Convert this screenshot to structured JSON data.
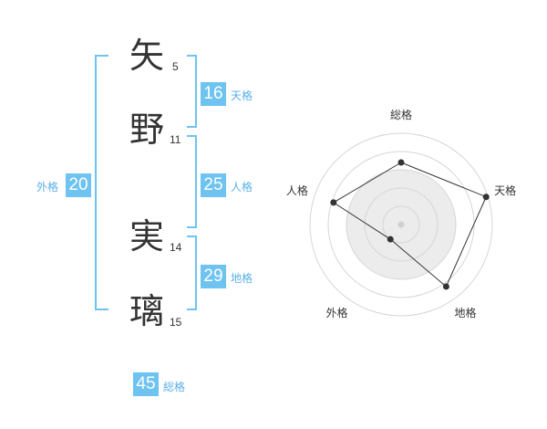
{
  "name": {
    "chars": [
      {
        "char": "矢",
        "strokes": "5"
      },
      {
        "char": "野",
        "strokes": "11"
      },
      {
        "char": "実",
        "strokes": "14"
      },
      {
        "char": "璃",
        "strokes": "15"
      }
    ]
  },
  "kakusu": {
    "tenkaku": {
      "value": "16",
      "label": "天格"
    },
    "jinkaku": {
      "value": "25",
      "label": "人格"
    },
    "chikaku": {
      "value": "29",
      "label": "地格"
    },
    "gaikaku": {
      "value": "20",
      "label": "外格"
    },
    "soukaku": {
      "value": "45",
      "label": "総格"
    }
  },
  "colors": {
    "accent": "#6ec3f0",
    "text": "#333333",
    "radar_fill": "#ececec"
  },
  "chart_data": {
    "type": "radar",
    "axes": [
      "総格",
      "天格",
      "地格",
      "外格",
      "人格"
    ],
    "values": [
      0.68,
      0.98,
      0.84,
      0.2,
      0.78
    ],
    "range": [
      0,
      1
    ],
    "rings": 5
  }
}
